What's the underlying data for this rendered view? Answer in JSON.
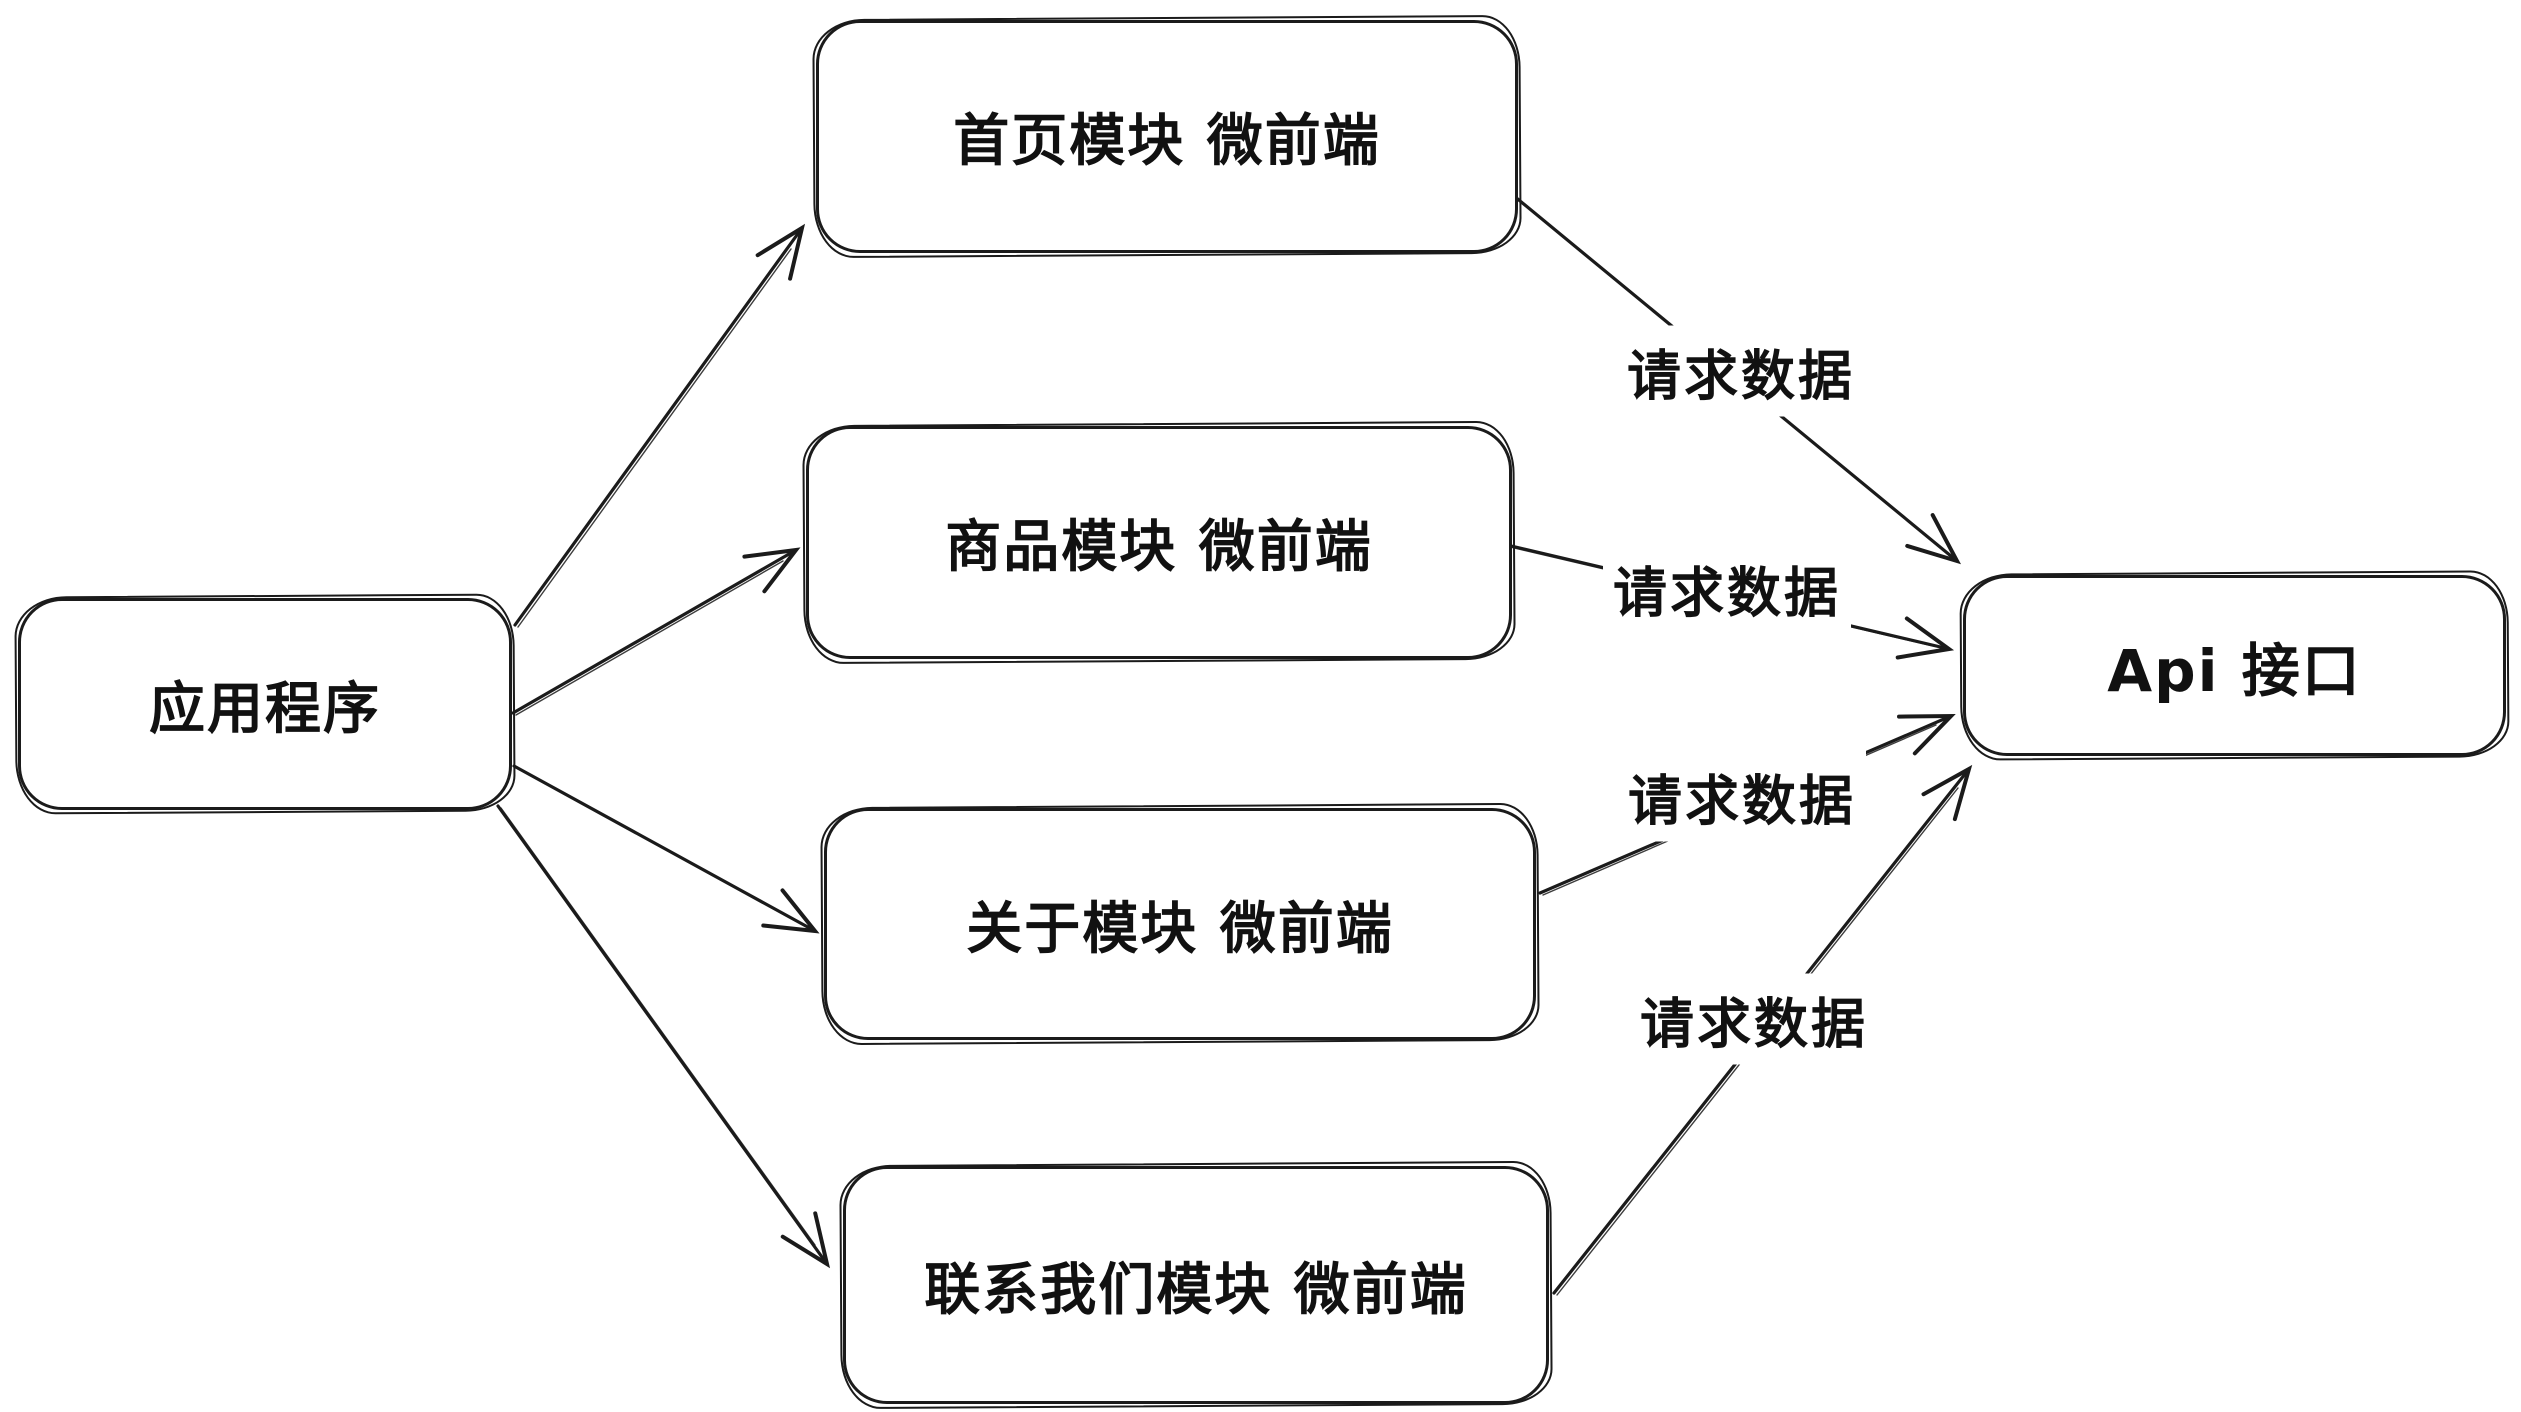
{
  "diagram": {
    "type": "flowchart",
    "style": "hand-drawn",
    "background_color": "#ffffff",
    "stroke_color": "#1b1b1b",
    "nodes": {
      "app": {
        "label": "应用程序"
      },
      "home": {
        "label": "首页模块 微前端"
      },
      "product": {
        "label": "商品模块 微前端"
      },
      "about": {
        "label": "关于模块 微前端"
      },
      "contact": {
        "label": "联系我们模块 微前端"
      },
      "api": {
        "label": "Api 接口"
      }
    },
    "edges": [
      {
        "from": "app",
        "to": "home",
        "label": ""
      },
      {
        "from": "app",
        "to": "product",
        "label": ""
      },
      {
        "from": "app",
        "to": "about",
        "label": ""
      },
      {
        "from": "app",
        "to": "contact",
        "label": ""
      },
      {
        "from": "home",
        "to": "api",
        "label": "请求数据"
      },
      {
        "from": "product",
        "to": "api",
        "label": "请求数据"
      },
      {
        "from": "about",
        "to": "api",
        "label": "请求数据"
      },
      {
        "from": "contact",
        "to": "api",
        "label": "请求数据"
      }
    ]
  }
}
